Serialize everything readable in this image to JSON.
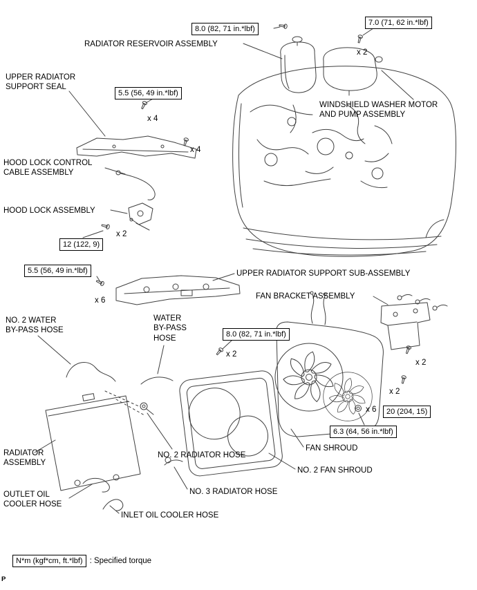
{
  "colors": {
    "line": "#3f3f3f",
    "text": "#000000",
    "background": "#ffffff"
  },
  "parts": [
    {
      "id": "radiator-reservoir-assembly",
      "label": "RADIATOR RESERVOIR ASSEMBLY"
    },
    {
      "id": "windshield-washer-motor-and-pump-assembly",
      "label": "WINDSHIELD WASHER MOTOR\nAND PUMP ASSEMBLY"
    },
    {
      "id": "upper-radiator-support-seal",
      "label": "UPPER RADIATOR\nSUPPORT SEAL"
    },
    {
      "id": "hood-lock-control-cable-assembly",
      "label": "HOOD LOCK CONTROL\nCABLE ASSEMBLY"
    },
    {
      "id": "hood-lock-assembly",
      "label": "HOOD LOCK ASSEMBLY"
    },
    {
      "id": "upper-radiator-support-sub-assembly",
      "label": "UPPER RADIATOR SUPPORT SUB-ASSEMBLY"
    },
    {
      "id": "fan-bracket-assembly",
      "label": "FAN BRACKET ASSEMBLY"
    },
    {
      "id": "no2-water-by-pass-hose",
      "label": "NO. 2 WATER\nBY-PASS HOSE"
    },
    {
      "id": "water-by-pass-hose",
      "label": "WATER\nBY-PASS\nHOSE"
    },
    {
      "id": "radiator-assembly",
      "label": "RADIATOR\nASSEMBLY"
    },
    {
      "id": "no2-radiator-hose",
      "label": "NO. 2 RADIATOR HOSE"
    },
    {
      "id": "fan-shroud",
      "label": "FAN SHROUD"
    },
    {
      "id": "no2-fan-shroud",
      "label": "NO. 2 FAN SHROUD"
    },
    {
      "id": "no3-radiator-hose",
      "label": "NO. 3 RADIATOR HOSE"
    },
    {
      "id": "outlet-oil-cooler-hose",
      "label": "OUTLET OIL\nCOOLER HOSE"
    },
    {
      "id": "inlet-oil-cooler-hose",
      "label": "INLET OIL COOLER HOSE"
    }
  ],
  "torque_specs": [
    {
      "id": "reservoir-bolt",
      "value": "8.0 (82, 71 in.*lbf)"
    },
    {
      "id": "washer-tank-bolt",
      "value": "7.0 (71, 62 in.*lbf)"
    },
    {
      "id": "support-seal-bolt",
      "value": "5.5 (56, 49 in.*lbf)"
    },
    {
      "id": "hood-lock-bolt",
      "value": "12 (122, 9)"
    },
    {
      "id": "support-sub-assembly-bolt",
      "value": "5.5 (56, 49 in.*lbf)"
    },
    {
      "id": "fan-shroud-bolt",
      "value": "8.0 (82, 71 in.*lbf)"
    },
    {
      "id": "fan-bracket-nut",
      "value": "20 (204, 15)"
    },
    {
      "id": "fan-bracket-screw",
      "value": "6.3 (64, 56 in.*lbf)"
    }
  ],
  "fastener_counts": [
    "x 2",
    "x 4",
    "x 4",
    "x 2",
    "x 6",
    "x 2",
    "x 2",
    "x 2",
    "x 6"
  ],
  "legend": {
    "unit_box": "N*m (kgf*cm, ft.*lbf)",
    "description": ": Specified torque"
  },
  "corner_mark": "P"
}
